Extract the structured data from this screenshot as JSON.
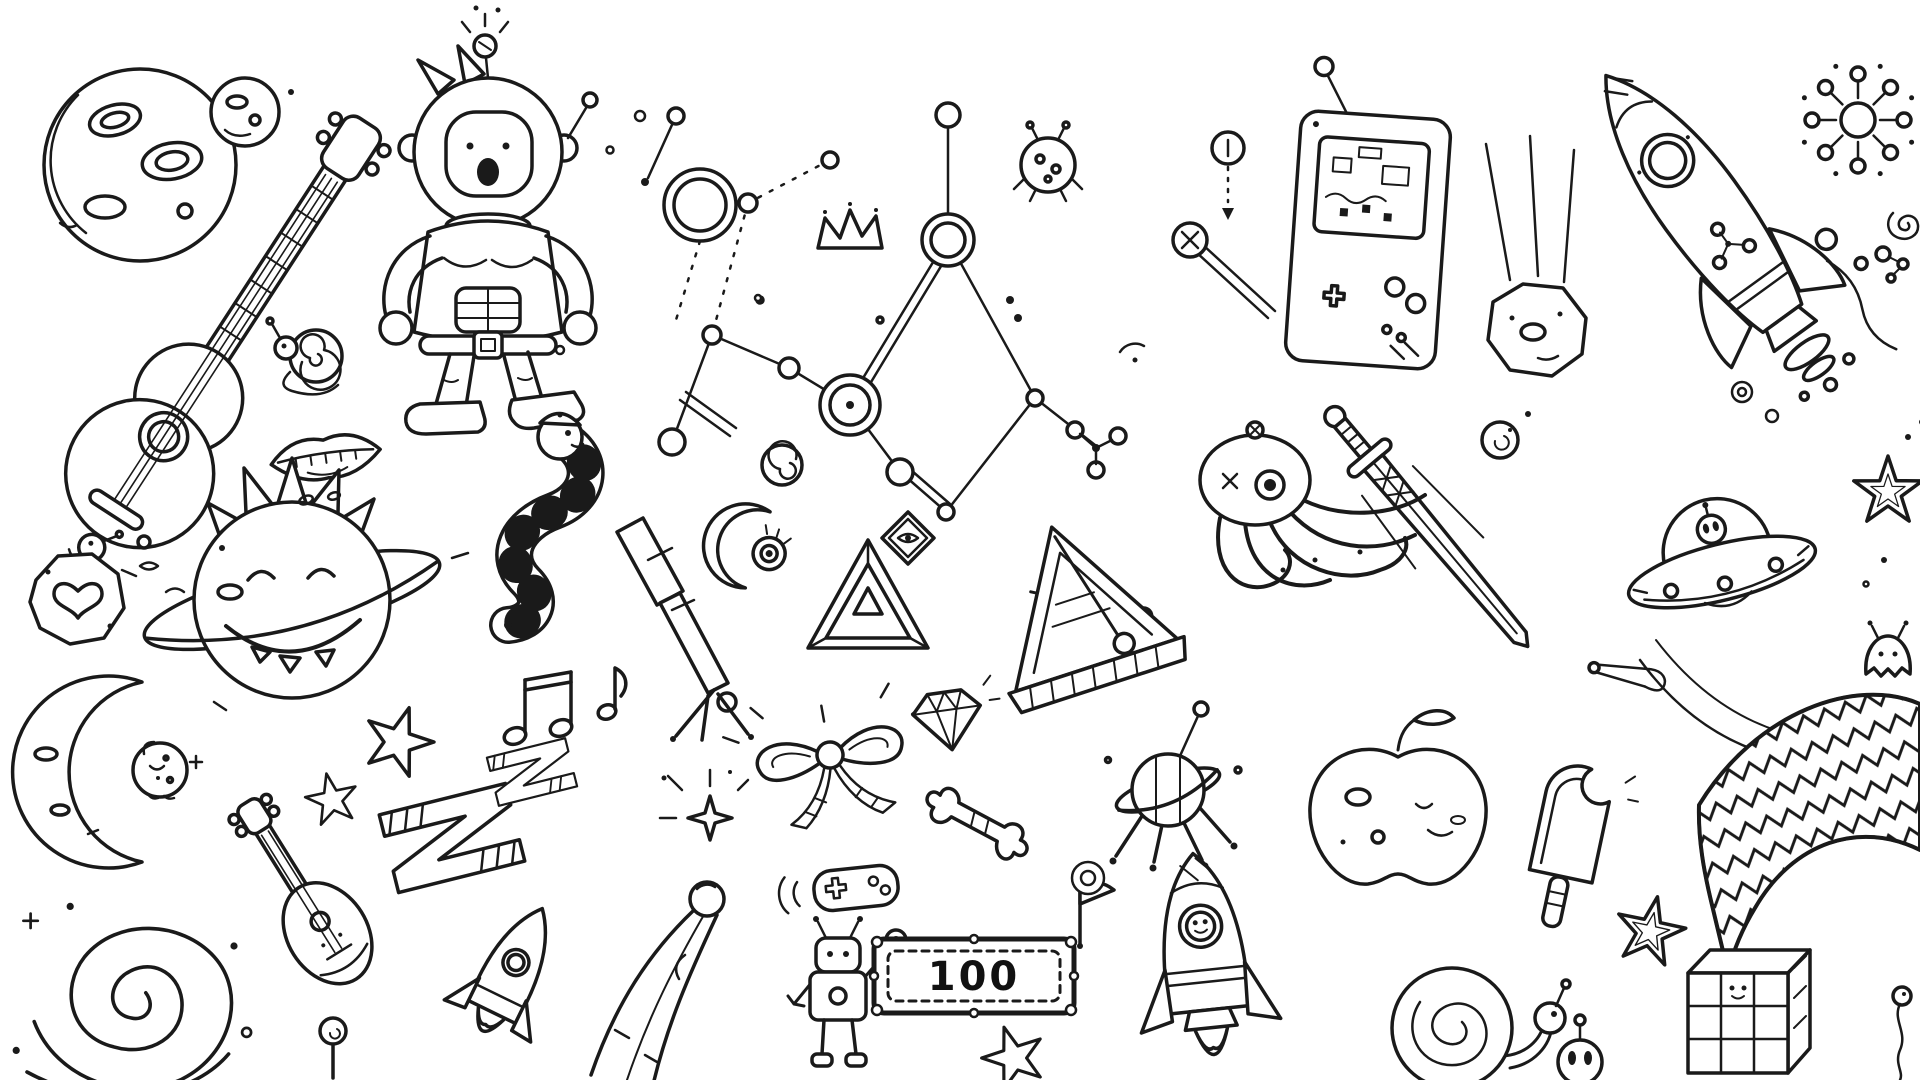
{
  "theme": {
    "ink": "#1a1a1a",
    "paper": "#ffffff"
  },
  "hud": {
    "score": "100"
  },
  "scene": {
    "style": "hand-drawn black-and-white space doodle collage",
    "objects": [
      "cratered-planet",
      "small-asteroid",
      "acoustic-guitar",
      "astronaut",
      "snail",
      "smiling-lips",
      "ringed-monster-planet",
      "heart-asteroid",
      "crescent-moon-with-creature",
      "striped-worm",
      "telescope",
      "spiral-galaxy",
      "lute",
      "music-notes",
      "sketch-stars",
      "z-blocks",
      "small-rocket",
      "shooting-star",
      "ringed-circle",
      "constellation",
      "bug-planet",
      "handheld-game-console",
      "falling-meteor",
      "large-rocket",
      "flower-burst",
      "small-spiral",
      "small-molecule",
      "sword-pen",
      "flying-saucer",
      "zigzag-wave",
      "ghost",
      "star-with-trail",
      "octopus",
      "metronome",
      "penrose-triangle",
      "eye-diamond",
      "crescent-with-eyeball",
      "ribbon-bow",
      "diamond-gem",
      "sparkle",
      "bone",
      "space-probe",
      "game-controller",
      "robot",
      "pennant-flag",
      "score-badge",
      "star-outline",
      "bottom-rocket",
      "apple-with-face",
      "popsicle",
      "double-star",
      "spiral-snail",
      "crate",
      "alien-head",
      "tadpole",
      "lollipop-pin",
      "trumpet"
    ]
  }
}
